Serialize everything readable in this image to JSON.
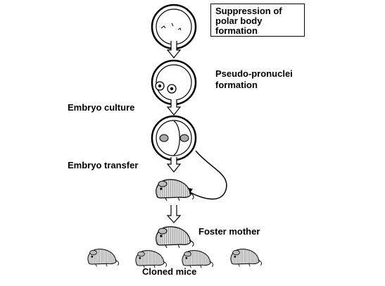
{
  "steps": {
    "suppression": [
      "Suppression of",
      "polar body",
      "formation"
    ],
    "pronuclei": [
      "Pseudo-pronuclei",
      "formation"
    ],
    "culture": "Embryo culture",
    "transfer": "Embryo transfer",
    "foster": "Foster mother",
    "cloned": "Cloned mice"
  }
}
